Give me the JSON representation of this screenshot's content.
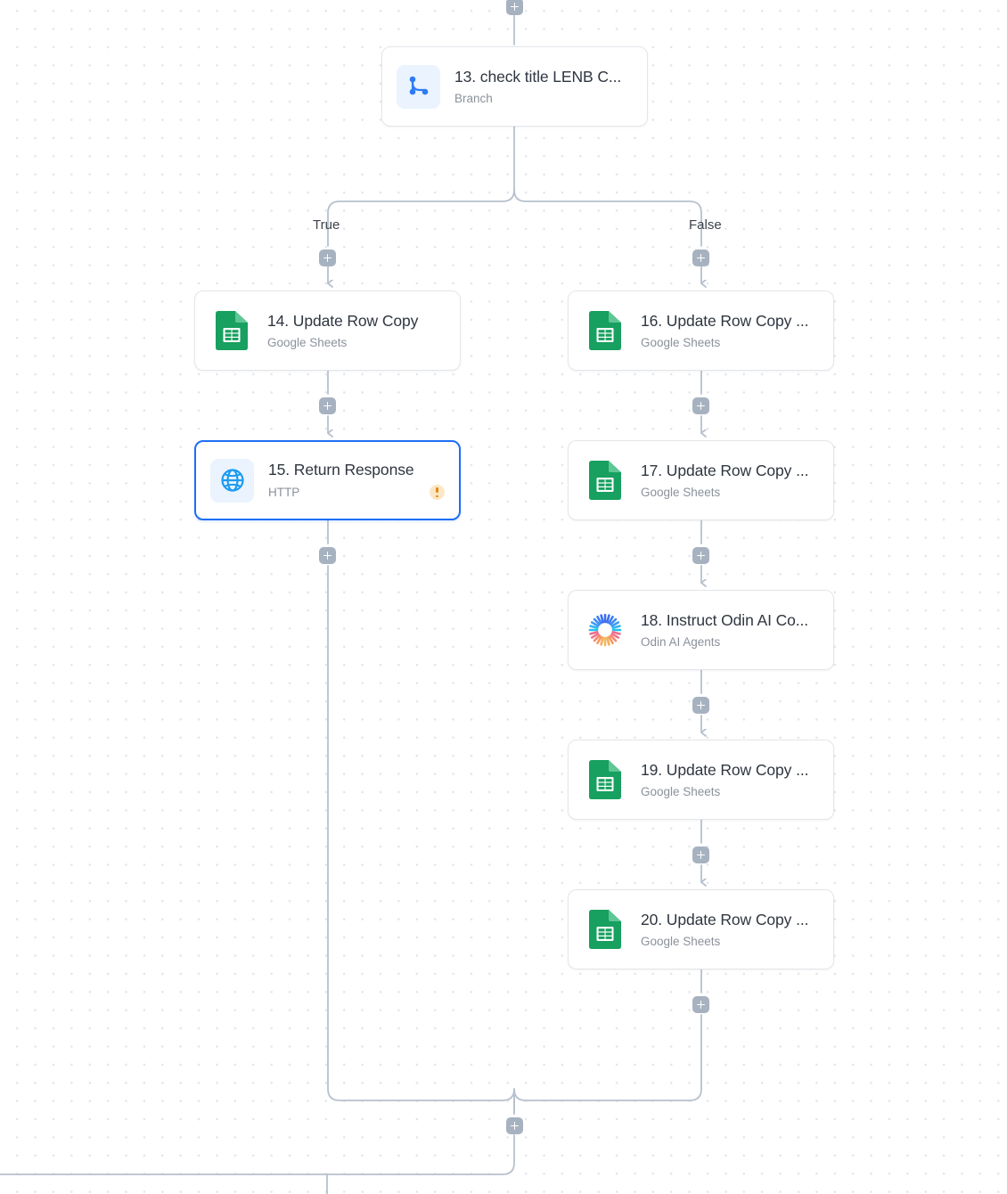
{
  "app": {
    "view": "workflow-canvas",
    "canvas_background": "#ffffff",
    "dot_color": "#e2e5e9",
    "edge_color": "#b7c1cd",
    "accent_selected": "#1f6ef5"
  },
  "branch_labels": {
    "true": "True",
    "false": "False"
  },
  "nodes": [
    {
      "id": "node-13",
      "title": "13. check title LENB C...",
      "subtitle": "Branch",
      "icon": "branch-icon",
      "selected": false,
      "warning": false
    },
    {
      "id": "node-14",
      "title": "14. Update Row Copy",
      "subtitle": "Google Sheets",
      "icon": "google-sheets-icon",
      "selected": false,
      "warning": false
    },
    {
      "id": "node-15",
      "title": "15. Return Response",
      "subtitle": "HTTP",
      "icon": "globe-icon",
      "selected": true,
      "warning": true
    },
    {
      "id": "node-16",
      "title": "16. Update Row Copy ...",
      "subtitle": "Google Sheets",
      "icon": "google-sheets-icon",
      "selected": false,
      "warning": false
    },
    {
      "id": "node-17",
      "title": "17. Update Row Copy ...",
      "subtitle": "Google Sheets",
      "icon": "google-sheets-icon",
      "selected": false,
      "warning": false
    },
    {
      "id": "node-18",
      "title": "18. Instruct Odin AI Co...",
      "subtitle": "Odin AI Agents",
      "icon": "odin-ai-icon",
      "selected": false,
      "warning": false
    },
    {
      "id": "node-19",
      "title": "19. Update Row Copy ...",
      "subtitle": "Google Sheets",
      "icon": "google-sheets-icon",
      "selected": false,
      "warning": false
    },
    {
      "id": "node-20",
      "title": "20. Update Row Copy ...",
      "subtitle": "Google Sheets",
      "icon": "google-sheets-icon",
      "selected": false,
      "warning": false
    }
  ],
  "add_buttons": [
    {
      "id": "add-top",
      "label": "+"
    },
    {
      "id": "add-true-branch",
      "label": "+"
    },
    {
      "id": "add-false-branch",
      "label": "+"
    },
    {
      "id": "add-after-14",
      "label": "+"
    },
    {
      "id": "add-after-15",
      "label": "+"
    },
    {
      "id": "add-after-16",
      "label": "+"
    },
    {
      "id": "add-after-17",
      "label": "+"
    },
    {
      "id": "add-after-18",
      "label": "+"
    },
    {
      "id": "add-after-19",
      "label": "+"
    },
    {
      "id": "add-after-20",
      "label": "+"
    },
    {
      "id": "add-after-merge",
      "label": "+"
    }
  ]
}
